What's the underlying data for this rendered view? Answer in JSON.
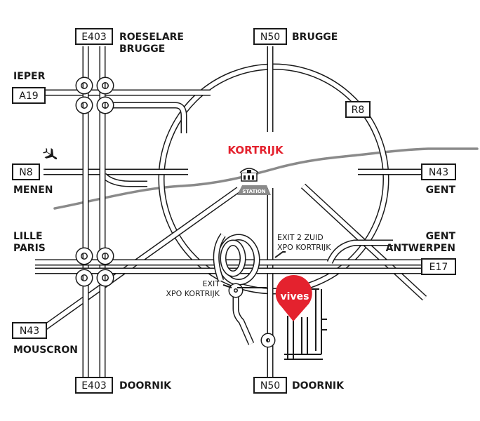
{
  "colors": {
    "accent": "#e4222e",
    "road": "#1a1a1a",
    "river": "#8a8a8a"
  },
  "city": {
    "name": "KORTRIJK"
  },
  "station": {
    "label": "STATION"
  },
  "campus": {
    "logo_text": "vives"
  },
  "shields": {
    "e403_north": "E403",
    "n50_north": "N50",
    "r8": "R8",
    "a19": "A19",
    "n8": "N8",
    "n43_east": "N43",
    "e17": "E17",
    "n43_west": "N43",
    "e403_south": "E403",
    "n50_south": "N50"
  },
  "places": {
    "roeselare": "ROESELARE",
    "brugge_e403": "BRUGGE",
    "brugge_n50": "BRUGGE",
    "ieper": "IEPER",
    "menen": "MENEN",
    "gent_n43": "GENT",
    "lille": "LILLE",
    "paris": "PARIS",
    "gent_e17": "GENT",
    "antwerpen": "ANTWERPEN",
    "mouscron": "MOUSCRON",
    "doornik_e403": "DOORNIK",
    "doornik_n50": "DOORNIK"
  },
  "exits": {
    "exit2_line1": "EXIT 2 ZUID",
    "exit2_line2": "XPO KORTRIJK",
    "exit_line1": "EXIT",
    "exit_line2": "XPO KORTRIJK"
  },
  "icons": {
    "airport": "airplane-icon",
    "station": "train-station-icon",
    "campus": "location-pin-icon"
  }
}
